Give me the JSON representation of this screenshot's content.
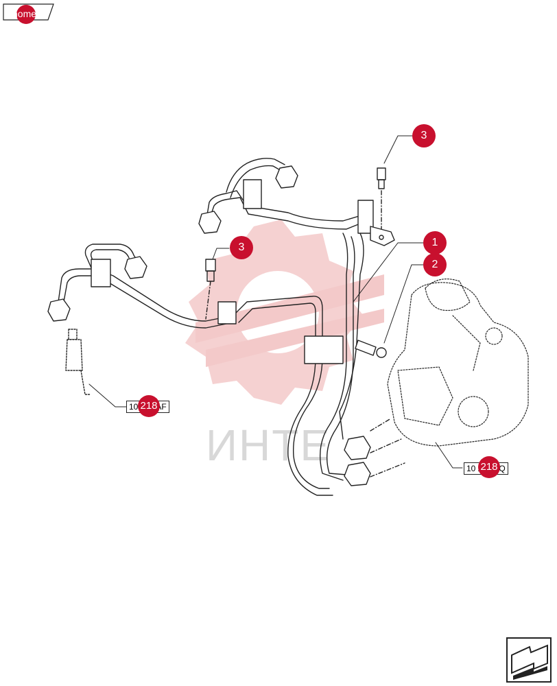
{
  "nav": {
    "home_label": "home"
  },
  "callouts": [
    {
      "id": "c3a",
      "label": "3"
    },
    {
      "id": "c3b",
      "label": "3"
    },
    {
      "id": "c1",
      "label": "1"
    },
    {
      "id": "c2",
      "label": "2"
    }
  ],
  "refs": [
    {
      "id": "r1",
      "text": "10 218 AF",
      "dot": "218"
    },
    {
      "id": "r2",
      "text": "10 218 AQ",
      "dot": "218"
    }
  ],
  "watermark": {
    "text": "ИНТЕ"
  },
  "colors": {
    "accent": "#c8102e",
    "watermark": "#f0c8c8",
    "line": "#222222"
  },
  "icons": {
    "next": "next-page-arrow-icon",
    "gear_watermark": "gear-logo-icon"
  }
}
